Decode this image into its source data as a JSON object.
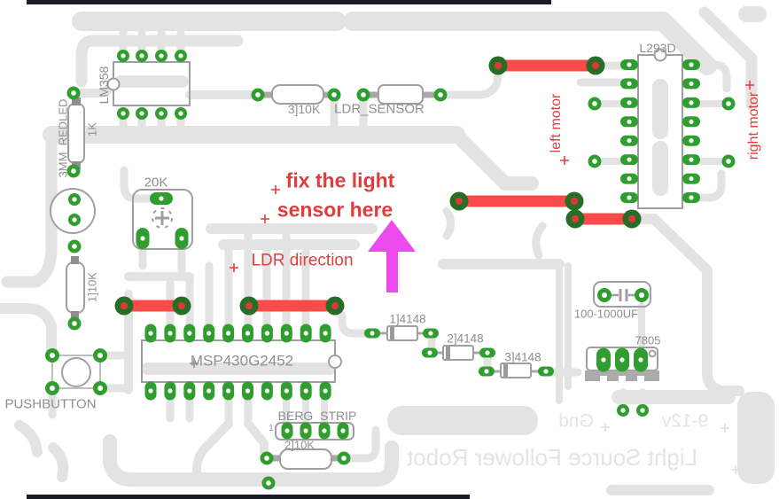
{
  "components": {
    "lm358": "LM358",
    "led": "3MM_REDLED",
    "r_1k": "1K",
    "pot_20k": "20K",
    "r3_10k": "3]10K",
    "ldr_sensor": "LDR_SENSOR",
    "r1_10k": "1]10K",
    "mcu": "MSP430G2452",
    "pushbutton": "PUSHBUTTON",
    "d1": "1]4148",
    "d2": "2]4148",
    "d3": "3]4148",
    "cap": "100-1000UF",
    "vreg": "7805",
    "berg_strip": "BERG_STRIP",
    "berg_pin1": "1",
    "r2_10k": "2]10K",
    "l293d": "L293D"
  },
  "annotations": {
    "fix_light_line1": "fix the light",
    "fix_light_line2": "sensor here",
    "ldr_direction": "LDR direction",
    "left_motor": "left motor",
    "right_motor": "right motor"
  },
  "silkscreen_mirrored": {
    "power": "9-12v",
    "ground": "Gnd",
    "title": "Light Source Follower Robot"
  },
  "colors": {
    "trace": "#e3e3e3",
    "pad_green": "#2f9e2f",
    "jumper_red": "#fb4a4a",
    "annotation_red": "#e23c3c",
    "arrow_magenta": "#ee4bee",
    "outline_gray": "#9f9f9f",
    "label_gray": "#8f8f8f",
    "mirror_text": "#e4e4e4",
    "board_edge": "#1b1b26"
  }
}
